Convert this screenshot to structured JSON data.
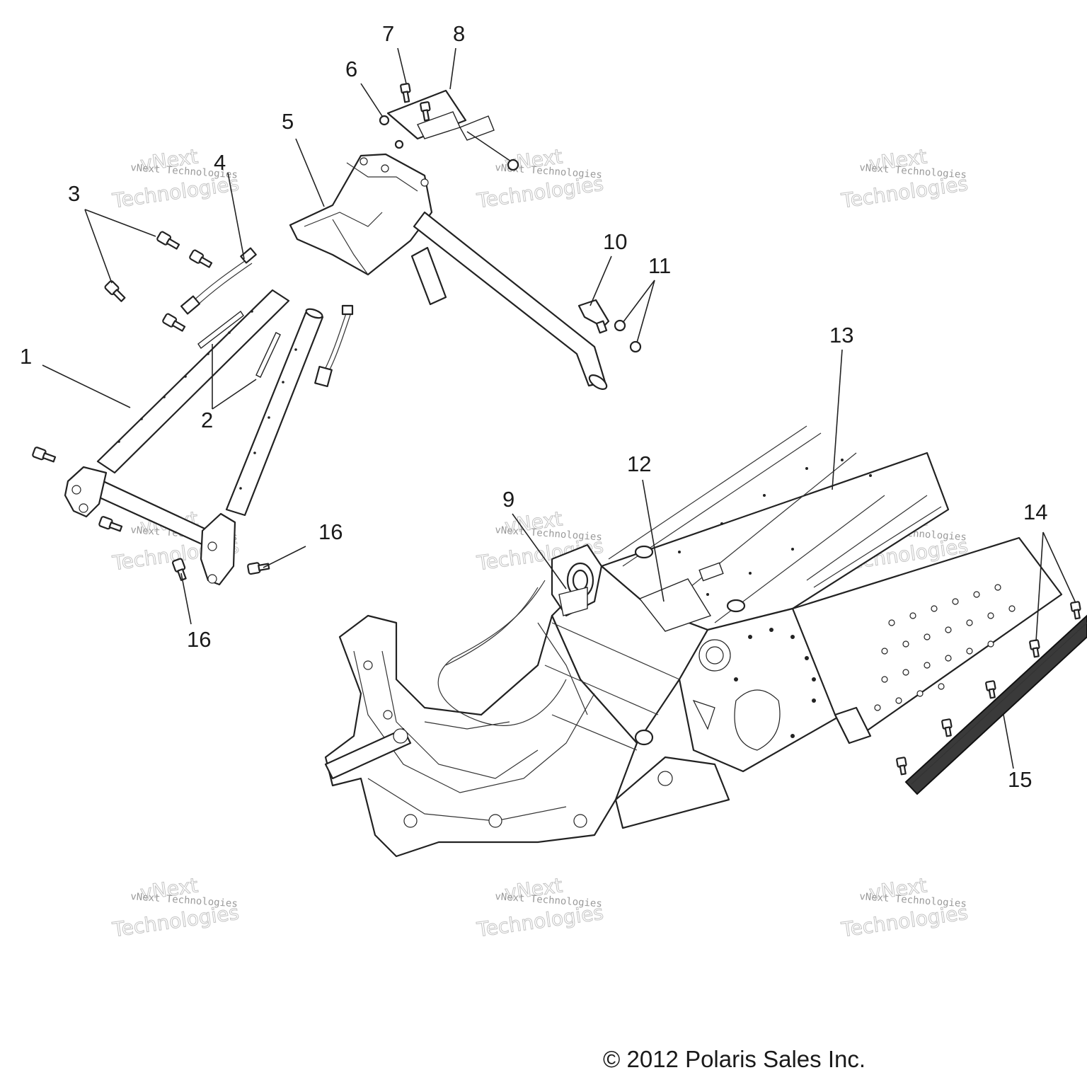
{
  "callouts": [
    "1",
    "2",
    "3",
    "4",
    "5",
    "6",
    "7",
    "8",
    "9",
    "10",
    "11",
    "12",
    "13",
    "14",
    "15",
    "16",
    "16"
  ],
  "watermark": {
    "line1": "vNext",
    "line2": "vNext Technologies",
    "line3": "Technologies"
  },
  "copyright": "© 2012 Polaris Sales Inc."
}
